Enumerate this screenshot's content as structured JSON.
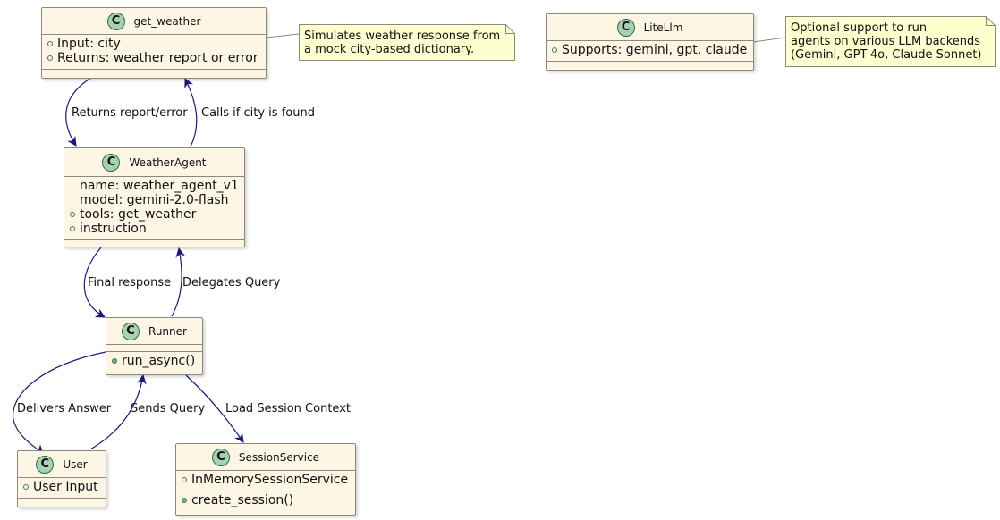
{
  "classes": {
    "get_weather": {
      "name": "get_weather",
      "members": [
        "Input: city",
        "Returns: weather report or error"
      ]
    },
    "weather_agent": {
      "name": "WeatherAgent",
      "members": [
        "name: weather_agent_v1",
        "model: gemini-2.0-flash",
        "tools: get_weather",
        "instruction"
      ]
    },
    "runner": {
      "name": "Runner",
      "methods": [
        "run_async()"
      ]
    },
    "user": {
      "name": "User",
      "members": [
        "User Input"
      ]
    },
    "session_service": {
      "name": "SessionService",
      "members": [
        "InMemorySessionService"
      ],
      "methods": [
        "create_session()"
      ]
    },
    "lite_llm": {
      "name": "LiteLlm",
      "members": [
        "Supports: gemini, gpt, claude"
      ]
    }
  },
  "notes": {
    "get_weather_note": [
      "Simulates weather response from",
      "a mock city-based dictionary."
    ],
    "lite_llm_note": [
      "Optional support to run",
      "agents on various LLM backends",
      "(Gemini, GPT-4o, Claude Sonnet)"
    ]
  },
  "edges": {
    "returns_report": "Returns report/error",
    "calls_if_found": "Calls if city is found",
    "final_response": "Final response",
    "delegates_query": "Delegates Query",
    "delivers_answer": "Delivers Answer",
    "sends_query": "Sends Query",
    "load_session": "Load Session Context"
  },
  "colors": {
    "class_fill": "#fef6e5",
    "class_border": "#8a8a7a",
    "badge_fill": "#a8d0b4",
    "note_fill": "#fefece",
    "arrow": "#181880"
  },
  "icons": {
    "class_badge_letter": "C"
  }
}
